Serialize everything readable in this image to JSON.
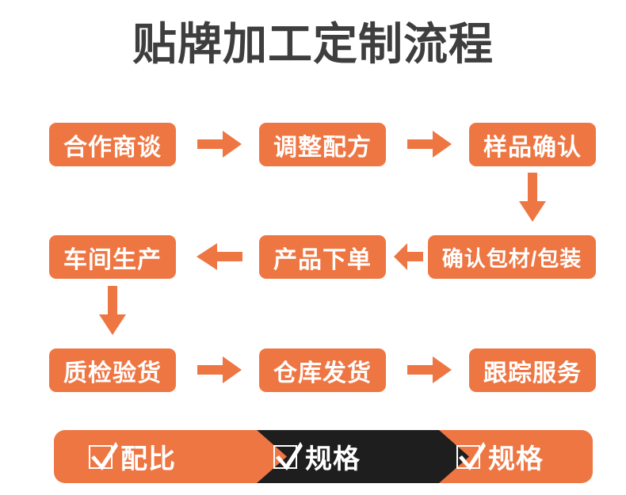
{
  "page": {
    "title": "贴牌加工定制流程",
    "accent_color": "#ee7643",
    "title_color": "#3e3e3e",
    "dark_color": "#1e1e1e",
    "background": "#ffffff"
  },
  "flow": {
    "rows": [
      {
        "direction": "left-to-right",
        "steps": [
          {
            "label": "合作商谈"
          },
          {
            "label": "调整配方"
          },
          {
            "label": "样品确认"
          }
        ],
        "connectors": [
          {
            "icon": "arrow-right-icon"
          },
          {
            "icon": "arrow-right-icon"
          }
        ]
      },
      {
        "direction": "right-to-left",
        "steps": [
          {
            "label": "车间生产"
          },
          {
            "label": "产品下单"
          },
          {
            "label": "确认包材/包装"
          }
        ],
        "connectors": [
          {
            "icon": "arrow-left-icon"
          },
          {
            "icon": "arrow-left-icon"
          }
        ]
      },
      {
        "direction": "left-to-right",
        "steps": [
          {
            "label": "质检验货"
          },
          {
            "label": "仓库发货"
          },
          {
            "label": "跟踪服务"
          }
        ],
        "connectors": [
          {
            "icon": "arrow-right-icon"
          },
          {
            "icon": "arrow-right-icon"
          }
        ]
      }
    ],
    "vertical_connectors": [
      {
        "icon": "arrow-down-icon",
        "from": "样品确认",
        "to": "确认包材/包装",
        "side": "right"
      },
      {
        "icon": "arrow-down-icon",
        "from": "车间生产",
        "to": "质检验货",
        "side": "left"
      }
    ]
  },
  "banner": {
    "segments": [
      {
        "label": "配比",
        "icon": "checkbox-checked-icon",
        "style": "accent"
      },
      {
        "label": "规格",
        "icon": "checkbox-checked-icon",
        "style": "dark"
      },
      {
        "label": "规格",
        "icon": "checkbox-checked-icon",
        "style": "accent"
      }
    ]
  }
}
